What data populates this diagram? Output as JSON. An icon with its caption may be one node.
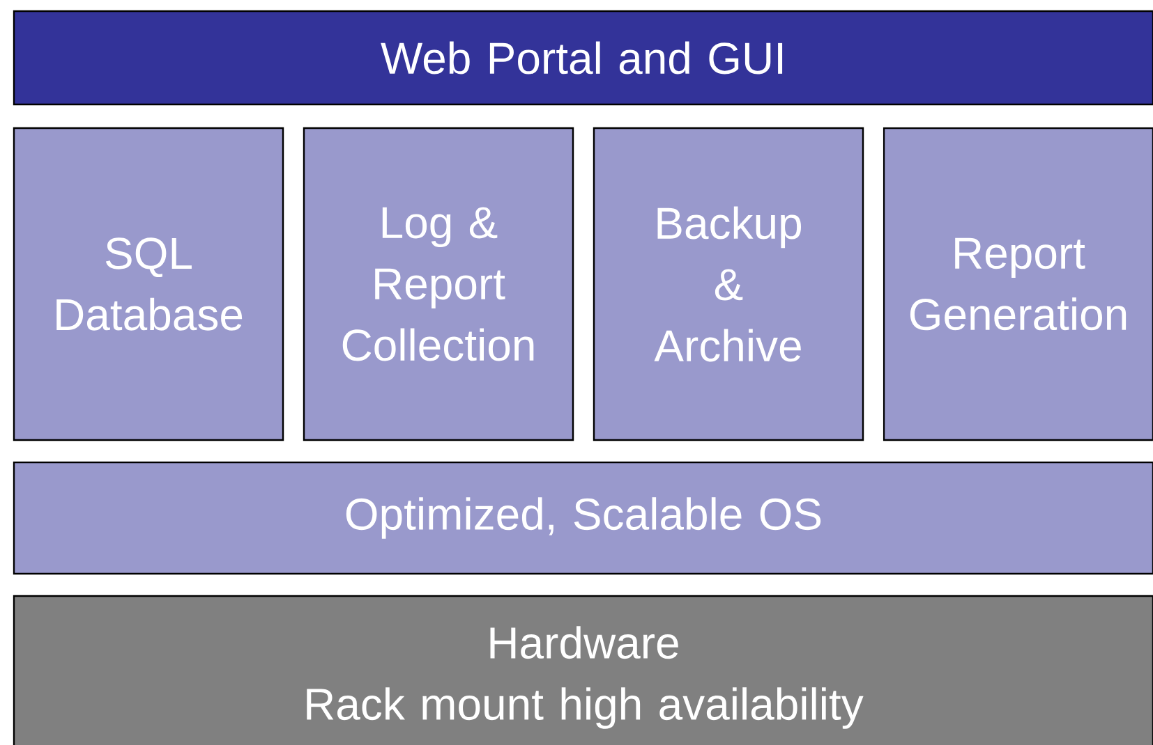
{
  "diagram": {
    "nodes": [
      {
        "text": [
          "Web Portal and GUI"
        ]
      },
      {
        "text": [
          "SQL Database"
        ]
      },
      {
        "text": [
          "Log & Report Collection"
        ]
      },
      {
        "text": [
          "Backup & Archive"
        ]
      },
      {
        "text": [
          "Report Generation"
        ]
      },
      {
        "text": [
          "Optimized, Scalable OS"
        ]
      },
      {
        "text": [
          "Hardware",
          "Rack mount high availability"
        ]
      }
    ]
  }
}
